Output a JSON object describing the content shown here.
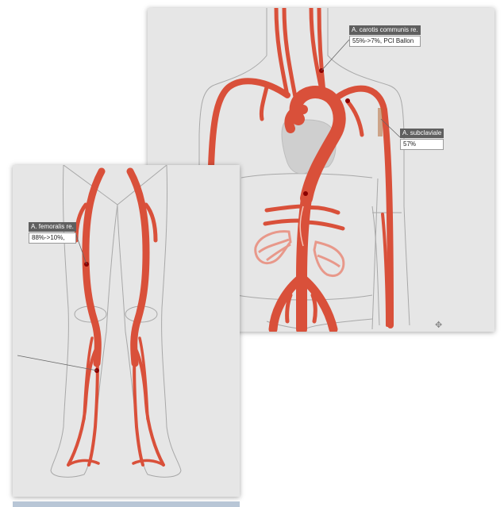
{
  "torso": {
    "labels": {
      "carotis": {
        "title": "A. carotis communis re.",
        "value": "55%->7%, PCI Ballon"
      },
      "subclavia": {
        "title": "A. subclaviale",
        "value": "57%"
      }
    }
  },
  "legs": {
    "labels": {
      "femoralis": {
        "title": "A. femoralis re.",
        "value": "88%->10%,"
      }
    }
  },
  "colors": {
    "artery": "#d9503a",
    "panel": "#e6e6e6",
    "kidney": "#e8988a",
    "heart": "#d0d0d0"
  },
  "icons": {
    "move": "move-icon"
  }
}
